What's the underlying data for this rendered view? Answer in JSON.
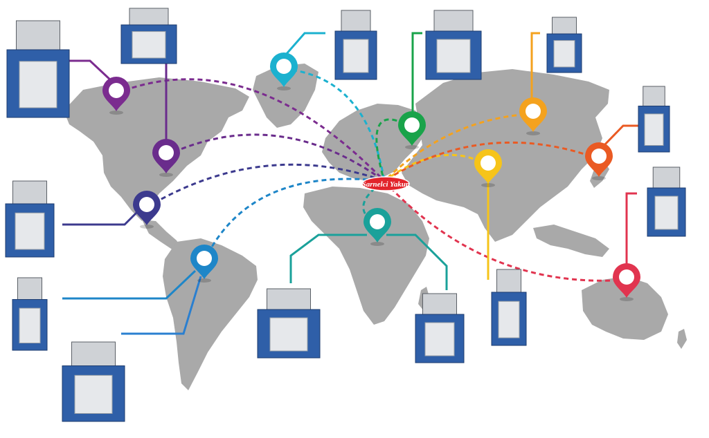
{
  "brand": {
    "name": "Şarnelci Yakup",
    "color": "#e2242b"
  },
  "map": {
    "land_color": "#a9a9a9",
    "background_color": "#ffffff"
  },
  "pins": [
    {
      "id": "north-america-west",
      "color": "#7b2c8f",
      "machine": "wire-drawing-bench-machine"
    },
    {
      "id": "north-america-central",
      "color": "#6a2c8c",
      "machine": "ring-bending-machine"
    },
    {
      "id": "central-america",
      "color": "#3c3a8e",
      "machine": "tube-cutting-machine"
    },
    {
      "id": "south-america",
      "color": "#1e86c8",
      "machine": "rolling-mill-machine"
    },
    {
      "id": "south-america-south",
      "color": "#2a7fd0",
      "machine": "bracelet-bending-machine"
    },
    {
      "id": "greenland",
      "color": "#1bb1cf",
      "machine": "electric-rolling-mill"
    },
    {
      "id": "europe-north",
      "color": "#19a34a",
      "machine": "chain-making-machine"
    },
    {
      "id": "africa-north",
      "color": "#1aa19a",
      "machine": "ultrasonic-cleaner"
    },
    {
      "id": "africa-east",
      "color": "#1aa19a",
      "machine": "welding-machine"
    },
    {
      "id": "russia",
      "color": "#f4a21e",
      "machine": "press-machine"
    },
    {
      "id": "china",
      "color": "#f6c41a",
      "machine": "hydraulic-press-machine"
    },
    {
      "id": "japan",
      "color": "#ea5a23",
      "machine": "polishing-machine"
    },
    {
      "id": "australia",
      "color": "#e1344f",
      "machine": "rolling-mill-double"
    }
  ]
}
